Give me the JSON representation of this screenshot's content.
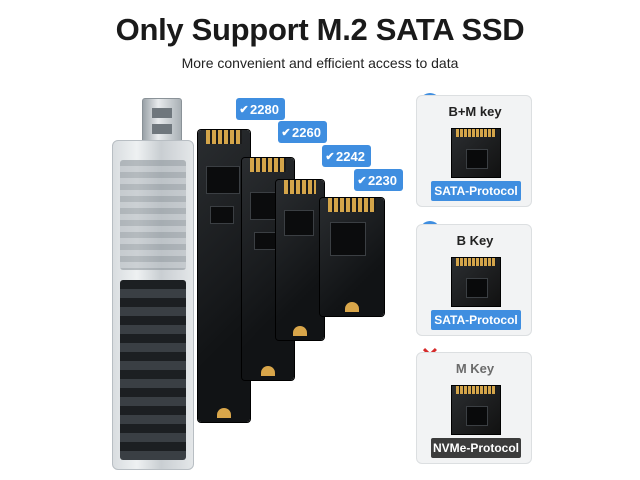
{
  "header": {
    "title": "Only Support M.2 SATA SSD",
    "subtitle": "More convenient and efficient access to data"
  },
  "sizes": [
    "2280",
    "2260",
    "2242",
    "2230"
  ],
  "panels": [
    {
      "key": "B+M key",
      "protocol": "SATA-Protocol",
      "supported": true
    },
    {
      "key": "B Key",
      "protocol": "SATA-Protocol",
      "supported": true
    },
    {
      "key": "M Key",
      "protocol": "NVMe-Protocol",
      "supported": false
    }
  ],
  "icons": {
    "check": "check-icon",
    "cross": "cross-icon"
  },
  "colors": {
    "accent": "#3f8ee0",
    "unsupported": "#d62b2b",
    "nvme_label": "#3c3c3c"
  }
}
